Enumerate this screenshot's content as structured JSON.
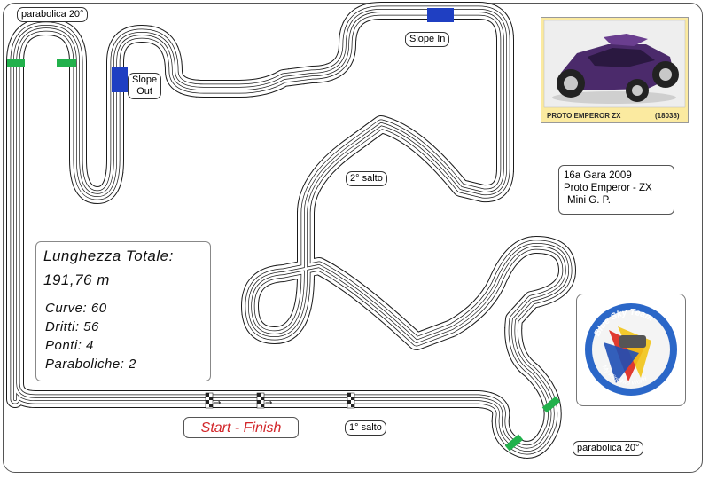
{
  "labels": {
    "parabolica_top": "parabolica 20°",
    "parabolica_bottom": "parabolica 20°",
    "slope_out": "Slope\nOut",
    "slope_in": "Slope In",
    "second_jump": "2° salto",
    "first_jump": "1° salto",
    "start_finish": "Start - Finish"
  },
  "stats": {
    "title": "Lunghezza Totale:",
    "length": "191,76 m",
    "curves": "Curve: 60",
    "straights": "Dritti: 56",
    "bridges": "Ponti: 4",
    "parabolics": "Paraboliche: 2"
  },
  "race_info": {
    "line1": "16a Gara 2009",
    "line2": "Proto Emperor - ZX",
    "line3": "Mini G. P."
  },
  "photo": {
    "caption": "PROTO EMPEROR ZX",
    "code": "(18038)"
  },
  "logo": {
    "top_text": "Blue Sky Team",
    "bottom_text": "My Mini 4wd World"
  },
  "colors": {
    "track_line": "#1a1a1a",
    "parabolica_marker": "#22b14c",
    "slope_marker": "#1f3fc2",
    "start_finish_text": "#d2262a",
    "photo_background": "#fbeaa0",
    "car_body": "#4b2a6b"
  }
}
